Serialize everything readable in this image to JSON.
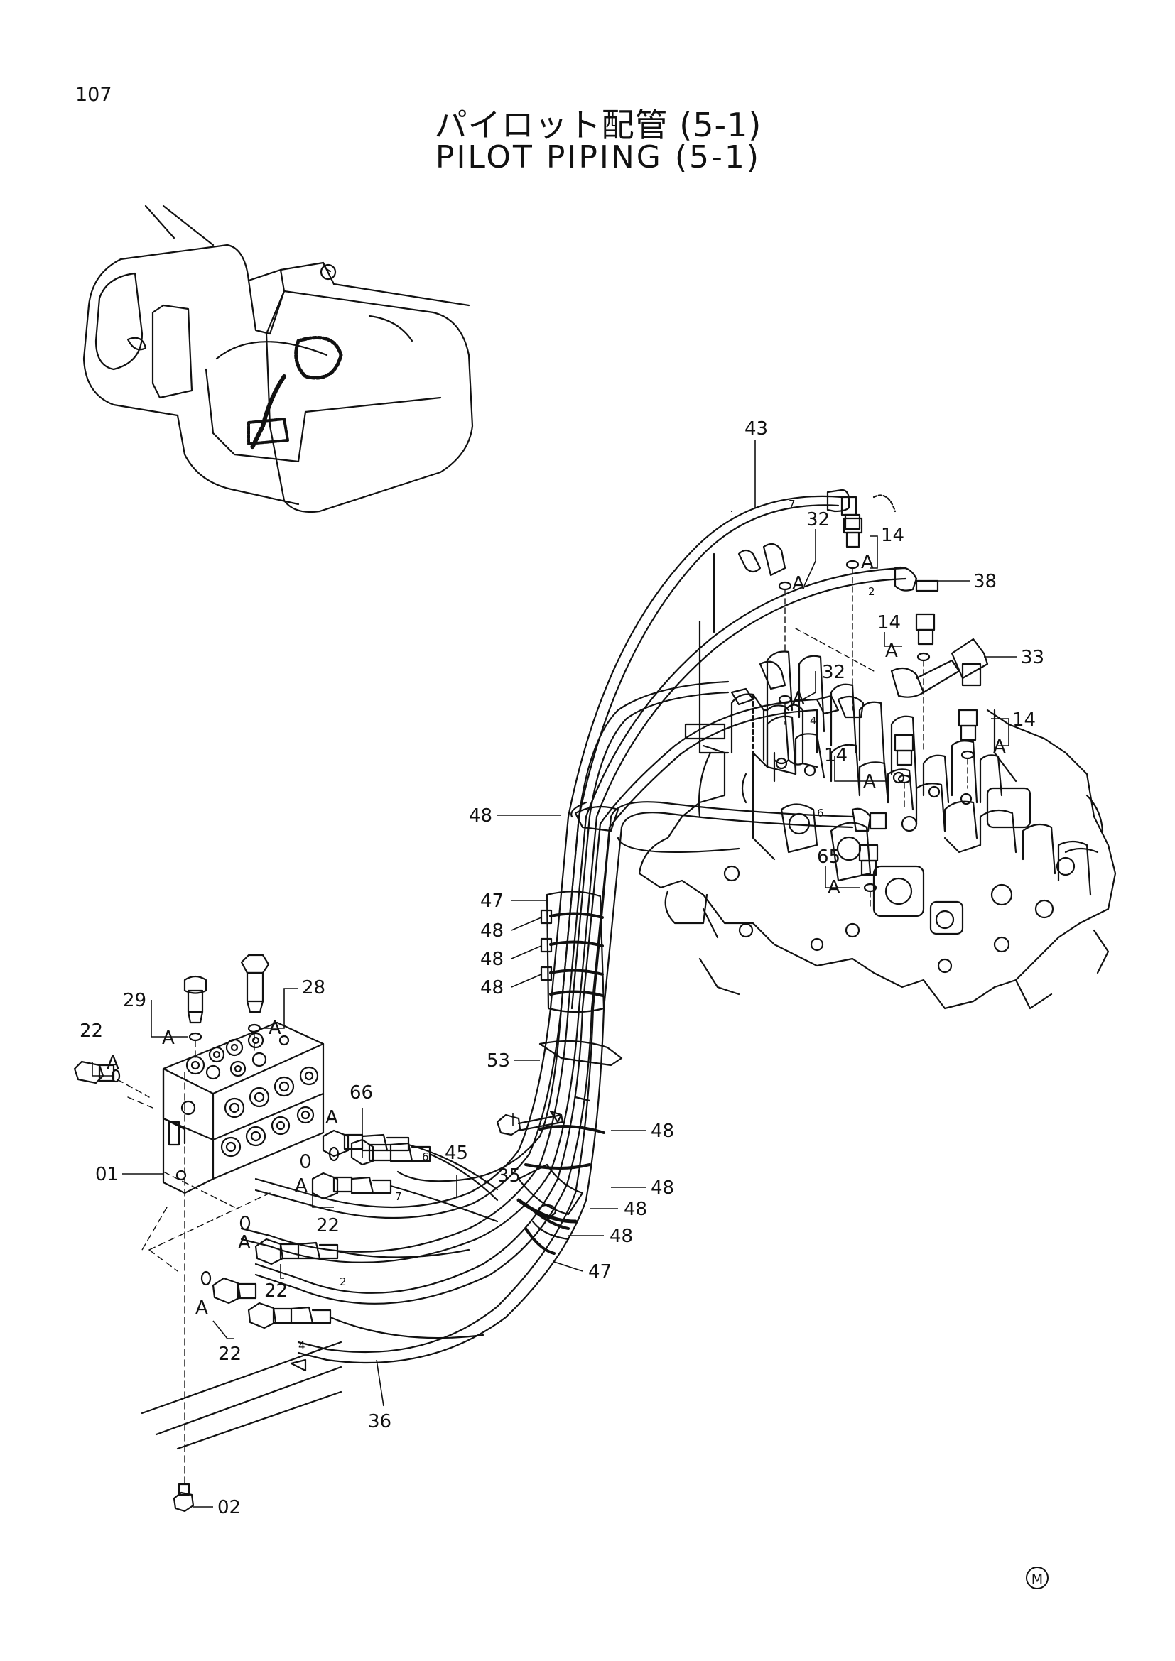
{
  "header": {
    "page_number": "107",
    "title_jp": "パイロット配管 (5-1)",
    "title_en": "PILOT PIPING (5-1)"
  },
  "footer": {
    "mark": "M"
  },
  "callouts": {
    "c43": "43",
    "c32a": "32",
    "c14a": "14",
    "c38": "38",
    "c14b": "14",
    "c33": "33",
    "c32b": "32",
    "c14c": "14",
    "c14d": "14",
    "c48a": "48",
    "c65": "65",
    "c47a": "47",
    "c48b": "48",
    "c48c": "48",
    "c48d": "48",
    "c29": "29",
    "c28": "28",
    "c22a": "22",
    "c53": "53",
    "c66": "66",
    "c01": "01",
    "c45": "45",
    "c35": "35",
    "c48e": "48",
    "c48f": "48",
    "c48g": "48",
    "c48h": "48",
    "c47b": "47",
    "c22b": "22",
    "c22c": "22",
    "c22d": "22",
    "c36": "36",
    "c02": "02"
  },
  "ports": {
    "a1": "A",
    "a2": "A",
    "a3": "A",
    "a4": "A",
    "a5": "A",
    "a6": "A",
    "a7": "A",
    "a8": "A",
    "a9": "A",
    "a10": "A",
    "a11": "A",
    "a12": "A",
    "a13": "A",
    "a14": "A"
  },
  "hose_numbers": {
    "h7a": "7",
    "h2a": "2",
    "h4a": "4",
    "h6a": "6",
    "h6b": "6",
    "h7b": "7",
    "h2b": "2",
    "h4b": "4"
  }
}
